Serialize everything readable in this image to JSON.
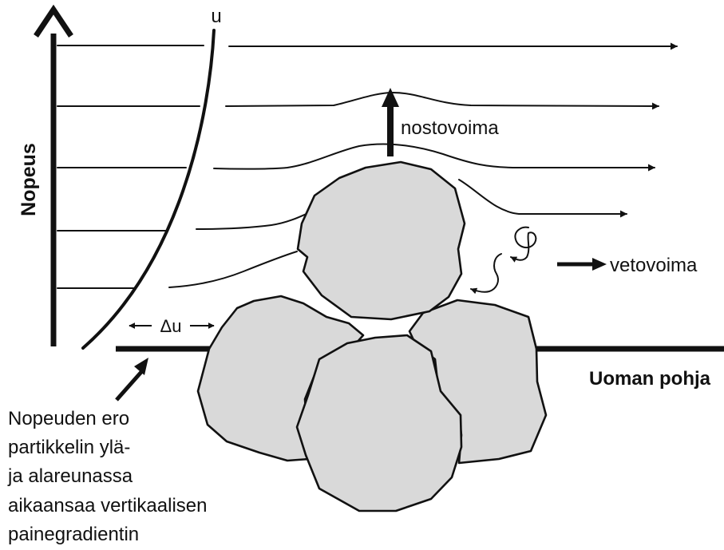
{
  "diagram": {
    "axis_label": "Nopeus",
    "velocity_label": "u",
    "lift_label": "nostovoima",
    "drag_label": "vetovoima",
    "delta_label": "Δu",
    "bed_label": "Uoman pohja",
    "note_lines": [
      "Nopeuden ero",
      "partikkelin ylä-",
      "ja alareunassa",
      "aikaansaa vertikaalisen",
      "painegradientin"
    ],
    "colors": {
      "ink": "#111111",
      "stone_fill": "#d9d9d9",
      "background": "#ffffff"
    }
  }
}
